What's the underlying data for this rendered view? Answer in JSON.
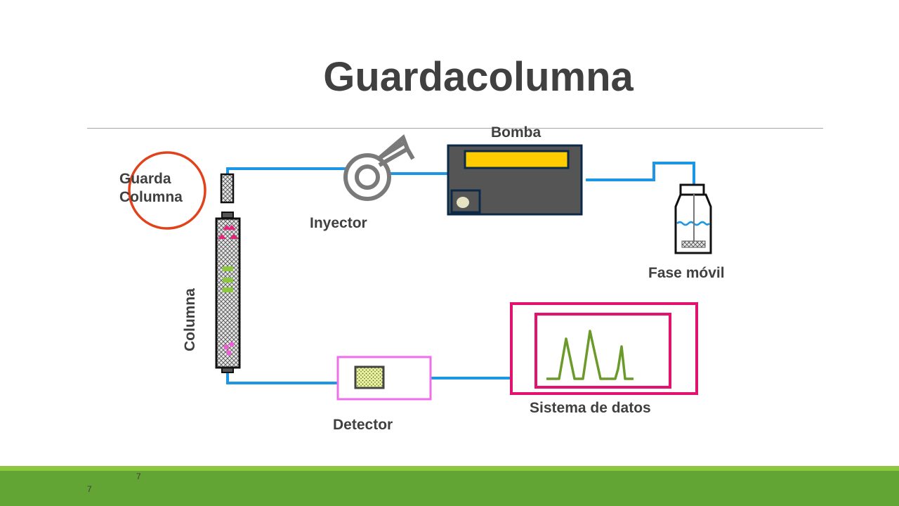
{
  "title": "Guardacolumna",
  "labels": {
    "pump": "Bomba",
    "injector": "Inyector",
    "guard_line1": "Guarda",
    "guard_line2": "Columna",
    "column": "Columna",
    "mobile_phase": "Fase móvil",
    "detector": "Detector",
    "data_system": "Sistema de  datos"
  },
  "page_number_top": "7",
  "page_number_bottom": "7",
  "colors": {
    "tubing": "#1e96e6",
    "guard_circle": "#e2421b",
    "data_system_frame": "#e2126e",
    "detector_frame": "#ef6fe8",
    "chromatogram": "#6a9a2a",
    "pump_body": "#555555",
    "pump_display": "#ffcc00",
    "footer": "#62a534"
  },
  "icons": [
    "injector-icon",
    "pump-icon",
    "mobile-phase-bottle-icon",
    "guard-column-icon",
    "column-icon",
    "detector-icon",
    "chromatogram-icon"
  ]
}
